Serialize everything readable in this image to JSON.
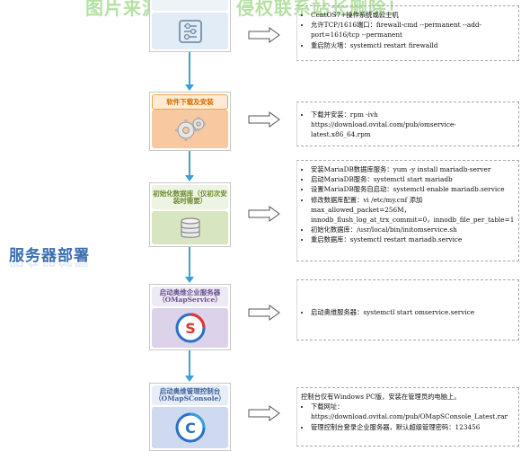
{
  "watermark": "图片来源于网络，侵权联系站长删除！",
  "side_label": "服务器部署",
  "colors": {
    "arrow": "#3aa0d8",
    "side_label": "#3a6fb0",
    "watermark": "#78c85a"
  },
  "steps": [
    {
      "title": "",
      "icon": "settings-sliders-icon",
      "details": [
        "CentOS7+操作系统或云主机",
        "允许TCP/1616端口：firewall-cmd --permanent --add-port=1616/tcp --permanent",
        "重启防火墙：systemctl restart firewalld"
      ]
    },
    {
      "title": "软件下载及安装",
      "icon": "gears-icon",
      "details": [
        "下载并安装：rpm -ivh https://download.ovital.com/pub/omservice-latest.x86_64.rpm"
      ]
    },
    {
      "title": "初始化数据库（仅初次安装时需要）",
      "icon": "database-icon",
      "details": [
        "安装MariaDB数据库服务：yum -y install mariadb-server",
        "启动MariaDB服务：systemctl start mariadb",
        "设置MariaDB服务自启动：systemctl enable mariadb.service",
        "修改数据库配置：vi /etc/my.cnf      添加max_allowed_packet=256M，innodb_flush_log_at_trx_commit=0，innodb_file_per_table=1",
        "初始化数据库：/usr/local/bin/initomservice.sh",
        "重启数据库：systemctl restart mariadb.service"
      ]
    },
    {
      "title": "启动奥维企业服务器（OMapService）",
      "icon": "omap-service-logo-icon",
      "details": [
        "启动奥维服务器：systemctl start omservice.service"
      ]
    },
    {
      "title": "启动奥维管理控制台（OMapSConsole）",
      "icon": "omap-console-logo-icon",
      "intro": "控制台仅有Windows PC版，安装在管理员的电脑上。",
      "details": [
        "下载网址：https://download.ovital.com/pub/OMapSConsole_Latest.rar",
        "管理控制台登录企业服务器，默认超级管理密码：123456"
      ]
    }
  ]
}
